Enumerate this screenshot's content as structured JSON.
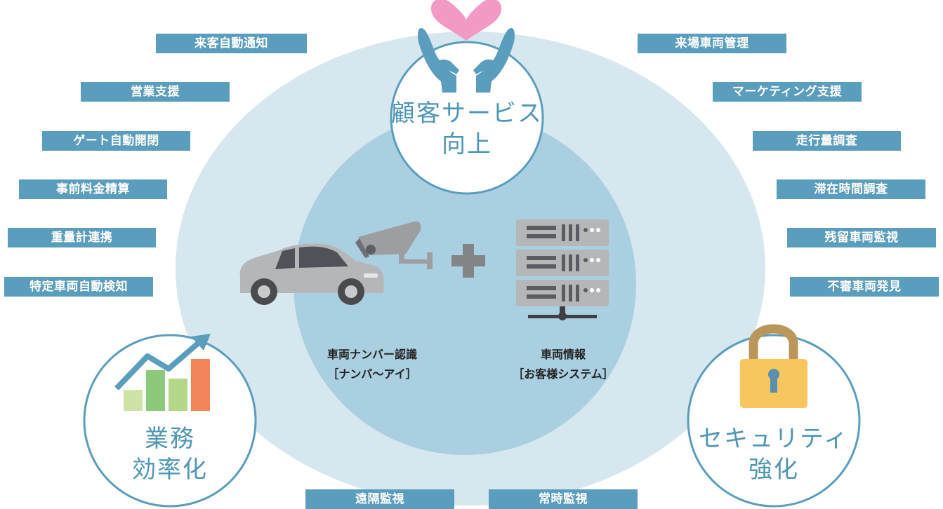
{
  "colors": {
    "outer_ellipse": "#d6e7ef",
    "inner_circle": "#aacfe0",
    "accent": "#5a9dbc",
    "label_bg": "#5a9dbc",
    "circle_border": "#5a9dbc",
    "heart": "#f29ac3",
    "lock_body": "#f7c65e",
    "lock_shackle": "#b9965a",
    "bar_colors": [
      "#cfe3a6",
      "#8cc97b",
      "#b4d88a",
      "#f2865a"
    ]
  },
  "circles": {
    "top": {
      "icon": "heart-hands-icon",
      "line1": "顧客サービス",
      "line2": "向上"
    },
    "left": {
      "icon": "growth-chart-icon",
      "line1": "業務",
      "line2": "効率化"
    },
    "right": {
      "icon": "padlock-icon",
      "line1": "セキュリティ",
      "line2": "強化"
    }
  },
  "center": {
    "camera_icon": "security-camera-icon",
    "car_icon": "car-icon",
    "plus_icon": "plus-icon",
    "server_icon": "server-rack-icon",
    "left_label1": "車両ナンバー認識",
    "left_label2": "［ナンバ〜アイ］",
    "right_label1": "車両情報",
    "right_label2": "［お客様システム］"
  },
  "tags_left": [
    "来客自動通知",
    "営業支援",
    "ゲート自動開閉",
    "事前料金精算",
    "重量計連携",
    "特定車両自動検知"
  ],
  "tags_right": [
    "来場車両管理",
    "マーケティング支援",
    "走行量調査",
    "滞在時間調査",
    "残留車両監視",
    "不審車両発見"
  ],
  "tags_bottom": [
    "遠隔監視",
    "常時監視"
  ]
}
